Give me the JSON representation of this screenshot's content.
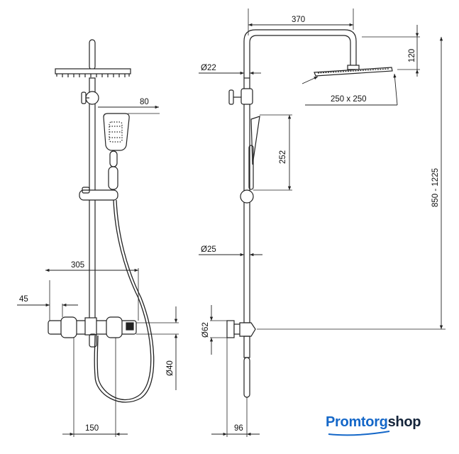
{
  "dimensions": {
    "rain_arm_width": "370",
    "head_height": "120",
    "head_size": "250 x 250",
    "pipe_diameter": "Ø22",
    "hand_shower_width": "80",
    "hand_shower_length": "252",
    "column_height": "850 - 1225",
    "bar_diameter": "Ø25",
    "mixer_width": "305",
    "mixer_offset": "45",
    "connector_diameter": "Ø62",
    "outlet_diameter": "Ø40",
    "inlet_spacing": "150",
    "wall_depth": "96"
  },
  "logo": {
    "brand_part_1": "Promtorg",
    "brand_part_2": "shop"
  },
  "colors": {
    "line": "#222222",
    "logo_blue": "#1467c8",
    "logo_dark": "#14243a"
  }
}
